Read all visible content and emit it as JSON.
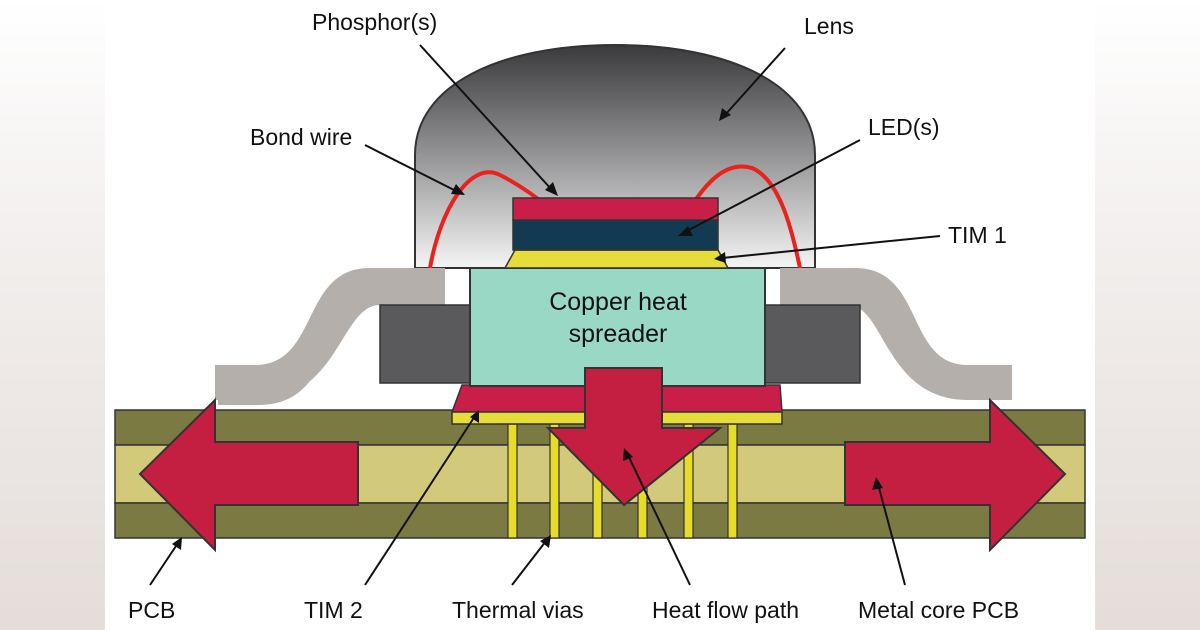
{
  "labels": {
    "phosphor": "Phosphor(s)",
    "lens": "Lens",
    "bond_wire": "Bond wire",
    "led": "LED(s)",
    "tim1": "TIM 1",
    "copper_line1": "Copper heat",
    "copper_line2": "spreader",
    "pcb": "PCB",
    "tim2": "TIM 2",
    "thermal_vias": "Thermal vias",
    "heat_flow_path": "Heat flow path",
    "metal_core_pcb": "Metal core PCB"
  },
  "colors": {
    "background": "#ffffff",
    "side_fade": "#e9e4e2",
    "lens_dark": "#3a3a3c",
    "lens_light": "#f4f4f4",
    "bond_wire": "#e8231e",
    "phosphor": "#c81e48",
    "led": "#123a52",
    "tim": "#e6dc3a",
    "copper_spreader": "#9ad8c6",
    "lead_frame": "#b4afab",
    "package_body": "#5a5a5c",
    "pcb_outer": "#7a7a42",
    "pcb_core": "#d2c97a",
    "thermal_via": "#e8dc2a",
    "heat_arrow": "#c41e40"
  }
}
